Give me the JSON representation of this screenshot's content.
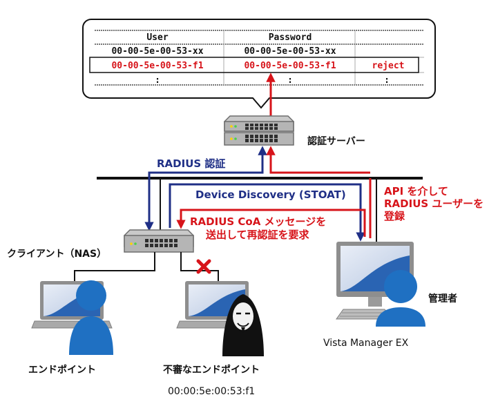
{
  "bubble": {
    "headers": {
      "user": "User",
      "password": "Password",
      "action": ""
    },
    "rows": [
      {
        "user": "00-00-5e-00-53-xx",
        "password": "00-00-5e-00-53-xx",
        "action": "",
        "highlight": false
      },
      {
        "user": "00-00-5e-00-53-f1",
        "password": "00-00-5e-00-53-f1",
        "action": "reject",
        "highlight": true
      },
      {
        "user": ":",
        "password": ":",
        "action": ":",
        "highlight": false
      }
    ]
  },
  "labels": {
    "auth_server": "認証サーバー",
    "radius_auth": "RADIUS 認証",
    "device_discovery": "Device Discovery (STOAT)",
    "radius_coa_line1": "RADIUS CoA メッセージを",
    "radius_coa_line2": "送出して再認証を要求",
    "api_line1": "API を介して",
    "api_line2": "RADIUS ユーザーを",
    "api_line3": "登録",
    "client_nas": "クライアント（NAS）",
    "admin": "管理者",
    "vista": "Vista Manager EX",
    "endpoint": "エンドポイント",
    "rogue_endpoint": "不審なエンドポイント",
    "rogue_mac": "00:00:5e:00:53:f1"
  },
  "colors": {
    "blue": "#1f2f86",
    "red": "#d7141a",
    "person": "#1f70c2",
    "device_gray": "#9a9a9a",
    "screen_blue": "#2a64b3"
  },
  "icons": {
    "server": "switch-stack-icon",
    "nas": "switch-icon",
    "laptop": "laptop-icon",
    "user": "person-icon",
    "hacker": "masked-hacker-icon",
    "block": "red-x-icon",
    "monitor": "desktop-monitor-icon"
  }
}
